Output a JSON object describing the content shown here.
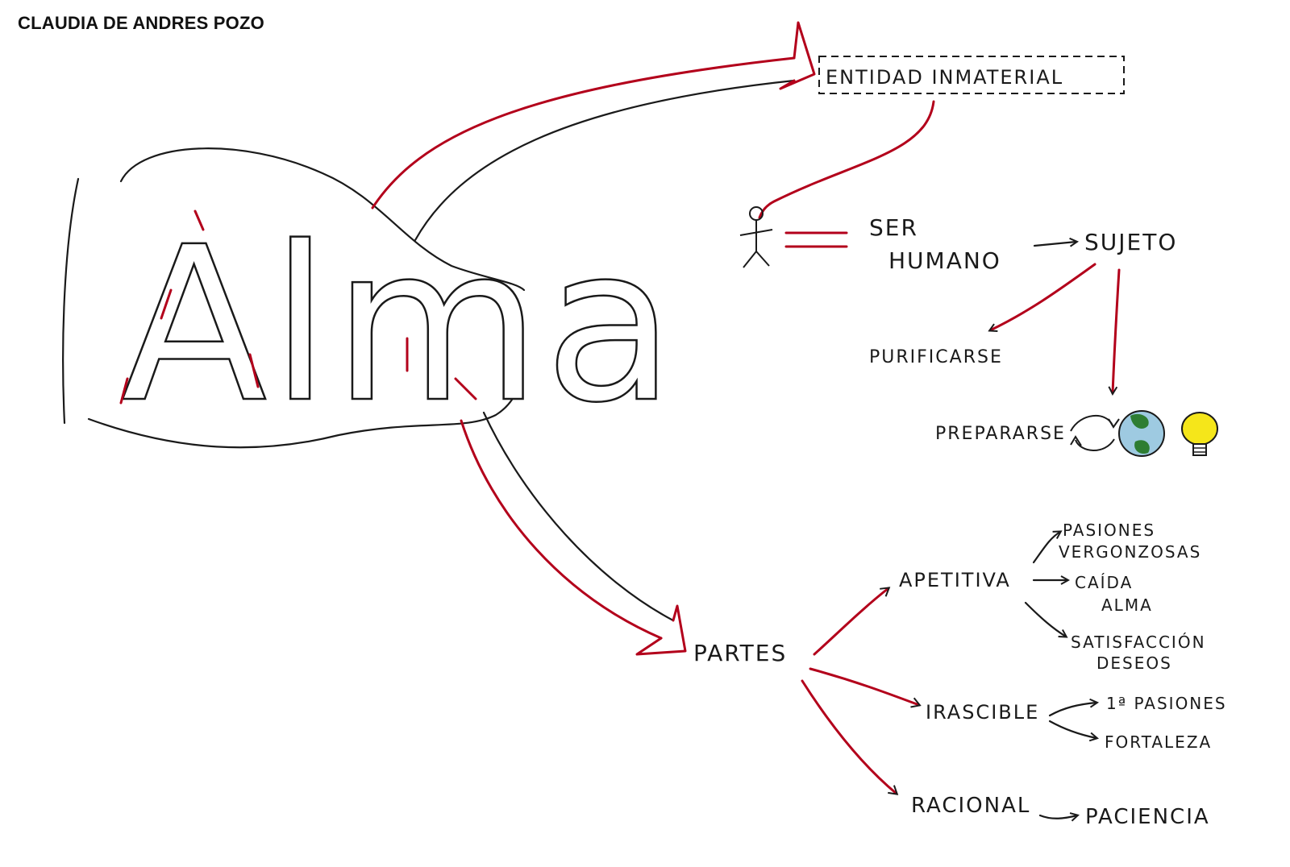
{
  "author": "CLAUDIA DE ANDRES POZO",
  "central": "Alma",
  "nodes": {
    "entidad": "ENTIDAD INMATERIAL",
    "ser_humano_1": "SER",
    "ser_humano_2": "HUMANO",
    "sujeto": "SUJETO",
    "purificarse": "PURIFICARSE",
    "prepararse": "PREPARARSE",
    "partes": "PARTES",
    "apetitiva": "APETITIVA",
    "irascible": "IRASCIBLE",
    "racional": "RACIONAL",
    "pasiones_verg_1": "PASIONES",
    "pasiones_verg_2": "VERGONZOSAS",
    "caida_1": "CAÍDA",
    "caida_2": "ALMA",
    "satisfaccion_1": "SATISFACCIÓN",
    "satisfaccion_2": "DESEOS",
    "primeras_pasiones": "1ª PASIONES",
    "fortaleza": "FORTALEZA",
    "paciencia": "PACIENCIA"
  },
  "icons": [
    "stick-figure-icon",
    "cycle-arrows-icon",
    "earth-icon",
    "lightbulb-icon"
  ],
  "colors": {
    "ink": "#1a1a1a",
    "accent": "#b3001b",
    "earth_land": "#2e7d32",
    "earth_water": "#9ecae1",
    "bulb": "#f5e61a"
  }
}
